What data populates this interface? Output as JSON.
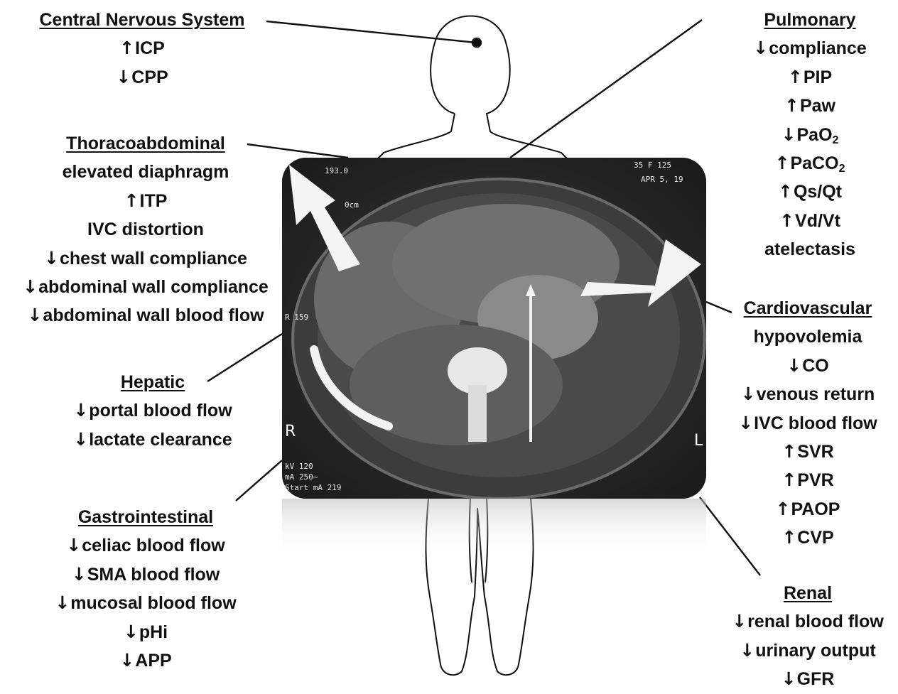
{
  "sections": {
    "cns": {
      "title": "Central Nervous System",
      "items": [
        {
          "arrow": "↑",
          "text": "ICP"
        },
        {
          "arrow": "↓",
          "text": "CPP"
        }
      ]
    },
    "thoracoabdominal": {
      "title": "Thoracoabdominal",
      "items": [
        {
          "arrow": "",
          "text": "elevated diaphragm"
        },
        {
          "arrow": "↑",
          "text": "ITP"
        },
        {
          "arrow": "",
          "text": "IVC distortion"
        },
        {
          "arrow": "↓",
          "text": "chest wall compliance"
        },
        {
          "arrow": "↓",
          "text": "abdominal wall compliance"
        },
        {
          "arrow": "↓",
          "text": "abdominal wall blood flow"
        }
      ]
    },
    "hepatic": {
      "title": "Hepatic",
      "items": [
        {
          "arrow": "↓",
          "text": "portal blood flow"
        },
        {
          "arrow": "↓",
          "text": "lactate clearance"
        }
      ]
    },
    "gastrointestinal": {
      "title": "Gastrointestinal",
      "items": [
        {
          "arrow": "↓",
          "text": "celiac blood flow"
        },
        {
          "arrow": "↓",
          "text": "SMA blood flow"
        },
        {
          "arrow": "↓",
          "text": "mucosal blood flow"
        },
        {
          "arrow": "↓",
          "text": "pHi"
        },
        {
          "arrow": "↓",
          "text": "APP"
        }
      ]
    },
    "pulmonary": {
      "title": "Pulmonary",
      "items": [
        {
          "arrow": "↓",
          "text": "compliance",
          "sub": ""
        },
        {
          "arrow": "↑",
          "text": "PIP",
          "sub": ""
        },
        {
          "arrow": "↑",
          "text": "Paw",
          "sub": ""
        },
        {
          "arrow": "↓",
          "text": "PaO",
          "sub": "2"
        },
        {
          "arrow": "↑",
          "text": "PaCO",
          "sub": "2"
        },
        {
          "arrow": "↑",
          "text": "Qs/Qt",
          "sub": ""
        },
        {
          "arrow": "↑",
          "text": "Vd/Vt",
          "sub": ""
        },
        {
          "arrow": "",
          "text": "atelectasis",
          "sub": ""
        }
      ]
    },
    "cardiovascular": {
      "title": "Cardiovascular",
      "items": [
        {
          "arrow": "",
          "text": "hypovolemia"
        },
        {
          "arrow": "↓",
          "text": "CO"
        },
        {
          "arrow": "↓",
          "text": "venous return"
        },
        {
          "arrow": "↓",
          "text": "IVC blood flow"
        },
        {
          "arrow": "↑",
          "text": "SVR"
        },
        {
          "arrow": "↑",
          "text": "PVR"
        },
        {
          "arrow": "↑",
          "text": "PAOP"
        },
        {
          "arrow": "↑",
          "text": "CVP"
        }
      ]
    },
    "renal": {
      "title": "Renal",
      "items": [
        {
          "arrow": "↓",
          "text": "renal blood flow"
        },
        {
          "arrow": "↓",
          "text": "urinary output"
        },
        {
          "arrow": "↓",
          "text": "GFR"
        }
      ]
    }
  },
  "ct_overlay": {
    "top_left": "193.0",
    "top_right_1": "35 F 125",
    "top_right_2": "APR 5, 19",
    "scale_label": "0cm",
    "side_label": "R 159",
    "left_marker": "R",
    "right_marker": "L",
    "bottom_1": "kV 120",
    "bottom_2": "mA 250~",
    "bottom_3": "Start mA 219"
  }
}
